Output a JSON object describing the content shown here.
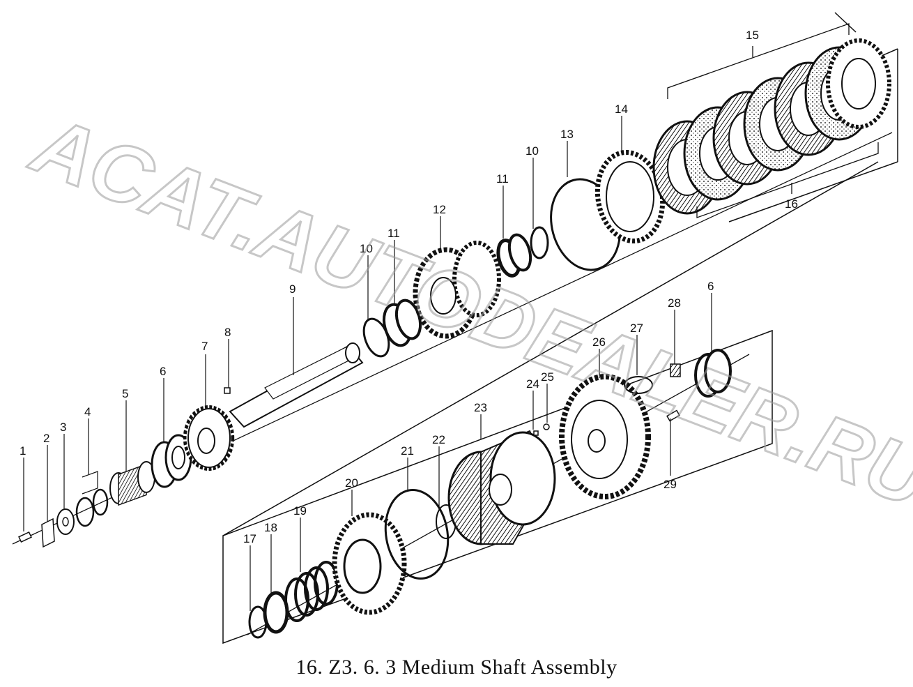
{
  "caption": "16. Z3. 6. 3  Medium Shaft Assembly",
  "watermark": "ACAT.AUTODEALER.RU",
  "callouts": {
    "c1": "1",
    "c2": "2",
    "c3": "3",
    "c4": "4",
    "c5": "5",
    "c6a": "6",
    "c7": "7",
    "c8": "8",
    "c9": "9",
    "c10a": "10",
    "c11a": "11",
    "c12": "12",
    "c11b": "11",
    "c10b": "10",
    "c13": "13",
    "c14": "14",
    "c15": "15",
    "c16": "16",
    "c17": "17",
    "c18": "18",
    "c19": "19",
    "c20": "20",
    "c21": "21",
    "c22": "22",
    "c23": "23",
    "c24": "24",
    "c25": "25",
    "c26": "26",
    "c27": "27",
    "c28": "28",
    "c6b": "6",
    "c29": "29"
  },
  "colors": {
    "ink": "#111111",
    "watermark": "#9a9a9a",
    "background": "#ffffff"
  }
}
